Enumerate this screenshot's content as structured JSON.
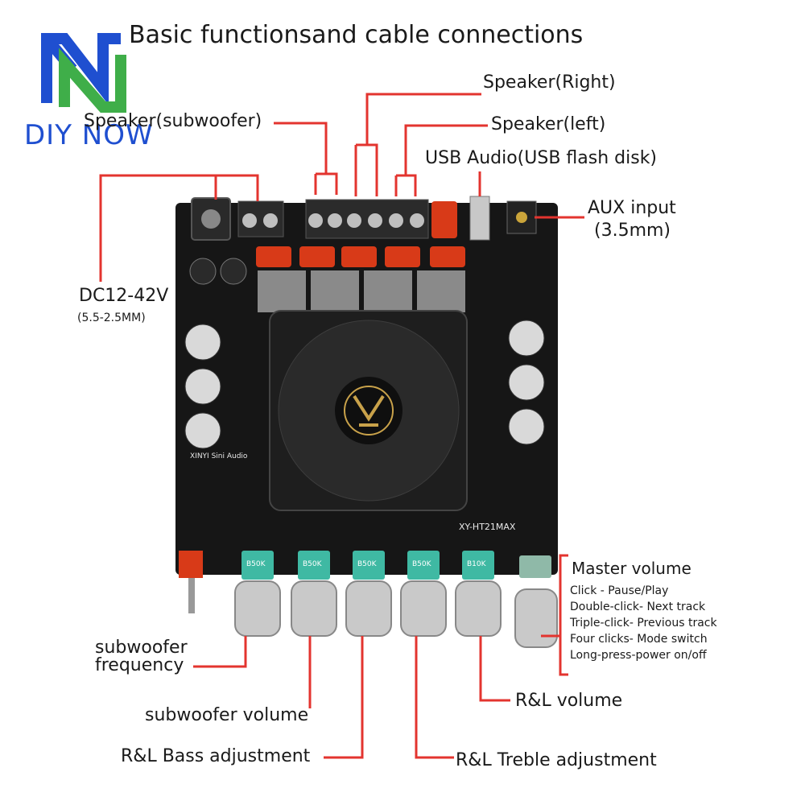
{
  "title": "Basic functionsand cable connections",
  "brand": {
    "name": "DIY NOW",
    "colors": {
      "blue": "#1f4fd0",
      "green": "#3fae49"
    }
  },
  "board": {
    "model_text": "XY-HT21MAX",
    "brand_text": "XINYI Sini Audio",
    "pot_labels": [
      "B50K",
      "B50K",
      "B50K",
      "B50K",
      "B10K"
    ],
    "colors": {
      "pcb": "#161616",
      "capacitor": "#d83a18",
      "leader": "#e3342f",
      "knob": "#c9c9c9",
      "pot": "#3fb9a3"
    }
  },
  "labels": {
    "speaker_subwoofer": "Speaker(subwoofer)",
    "speaker_right": "Speaker(Right)",
    "speaker_left": "Speaker(left)",
    "usb_audio": "USB Audio(USB flash disk)",
    "aux_input": "AUX input",
    "aux_size": "(3.5mm)",
    "dc_input": "DC12-42V",
    "dc_size": "(5.5-2.5MM)",
    "master_volume": "Master volume",
    "master_functions": [
      "Click - Pause/Play",
      "Double-click- Next track",
      "Triple-click- Previous track",
      "Four clicks- Mode switch",
      "Long-press-power on/off"
    ],
    "subwoofer_frequency_1": "subwoofer",
    "subwoofer_frequency_2": "frequency",
    "subwoofer_volume": "subwoofer volume",
    "rl_bass": "R&L Bass adjustment",
    "rl_treble": "R&L Treble adjustment",
    "rl_volume": "R&L volume"
  }
}
